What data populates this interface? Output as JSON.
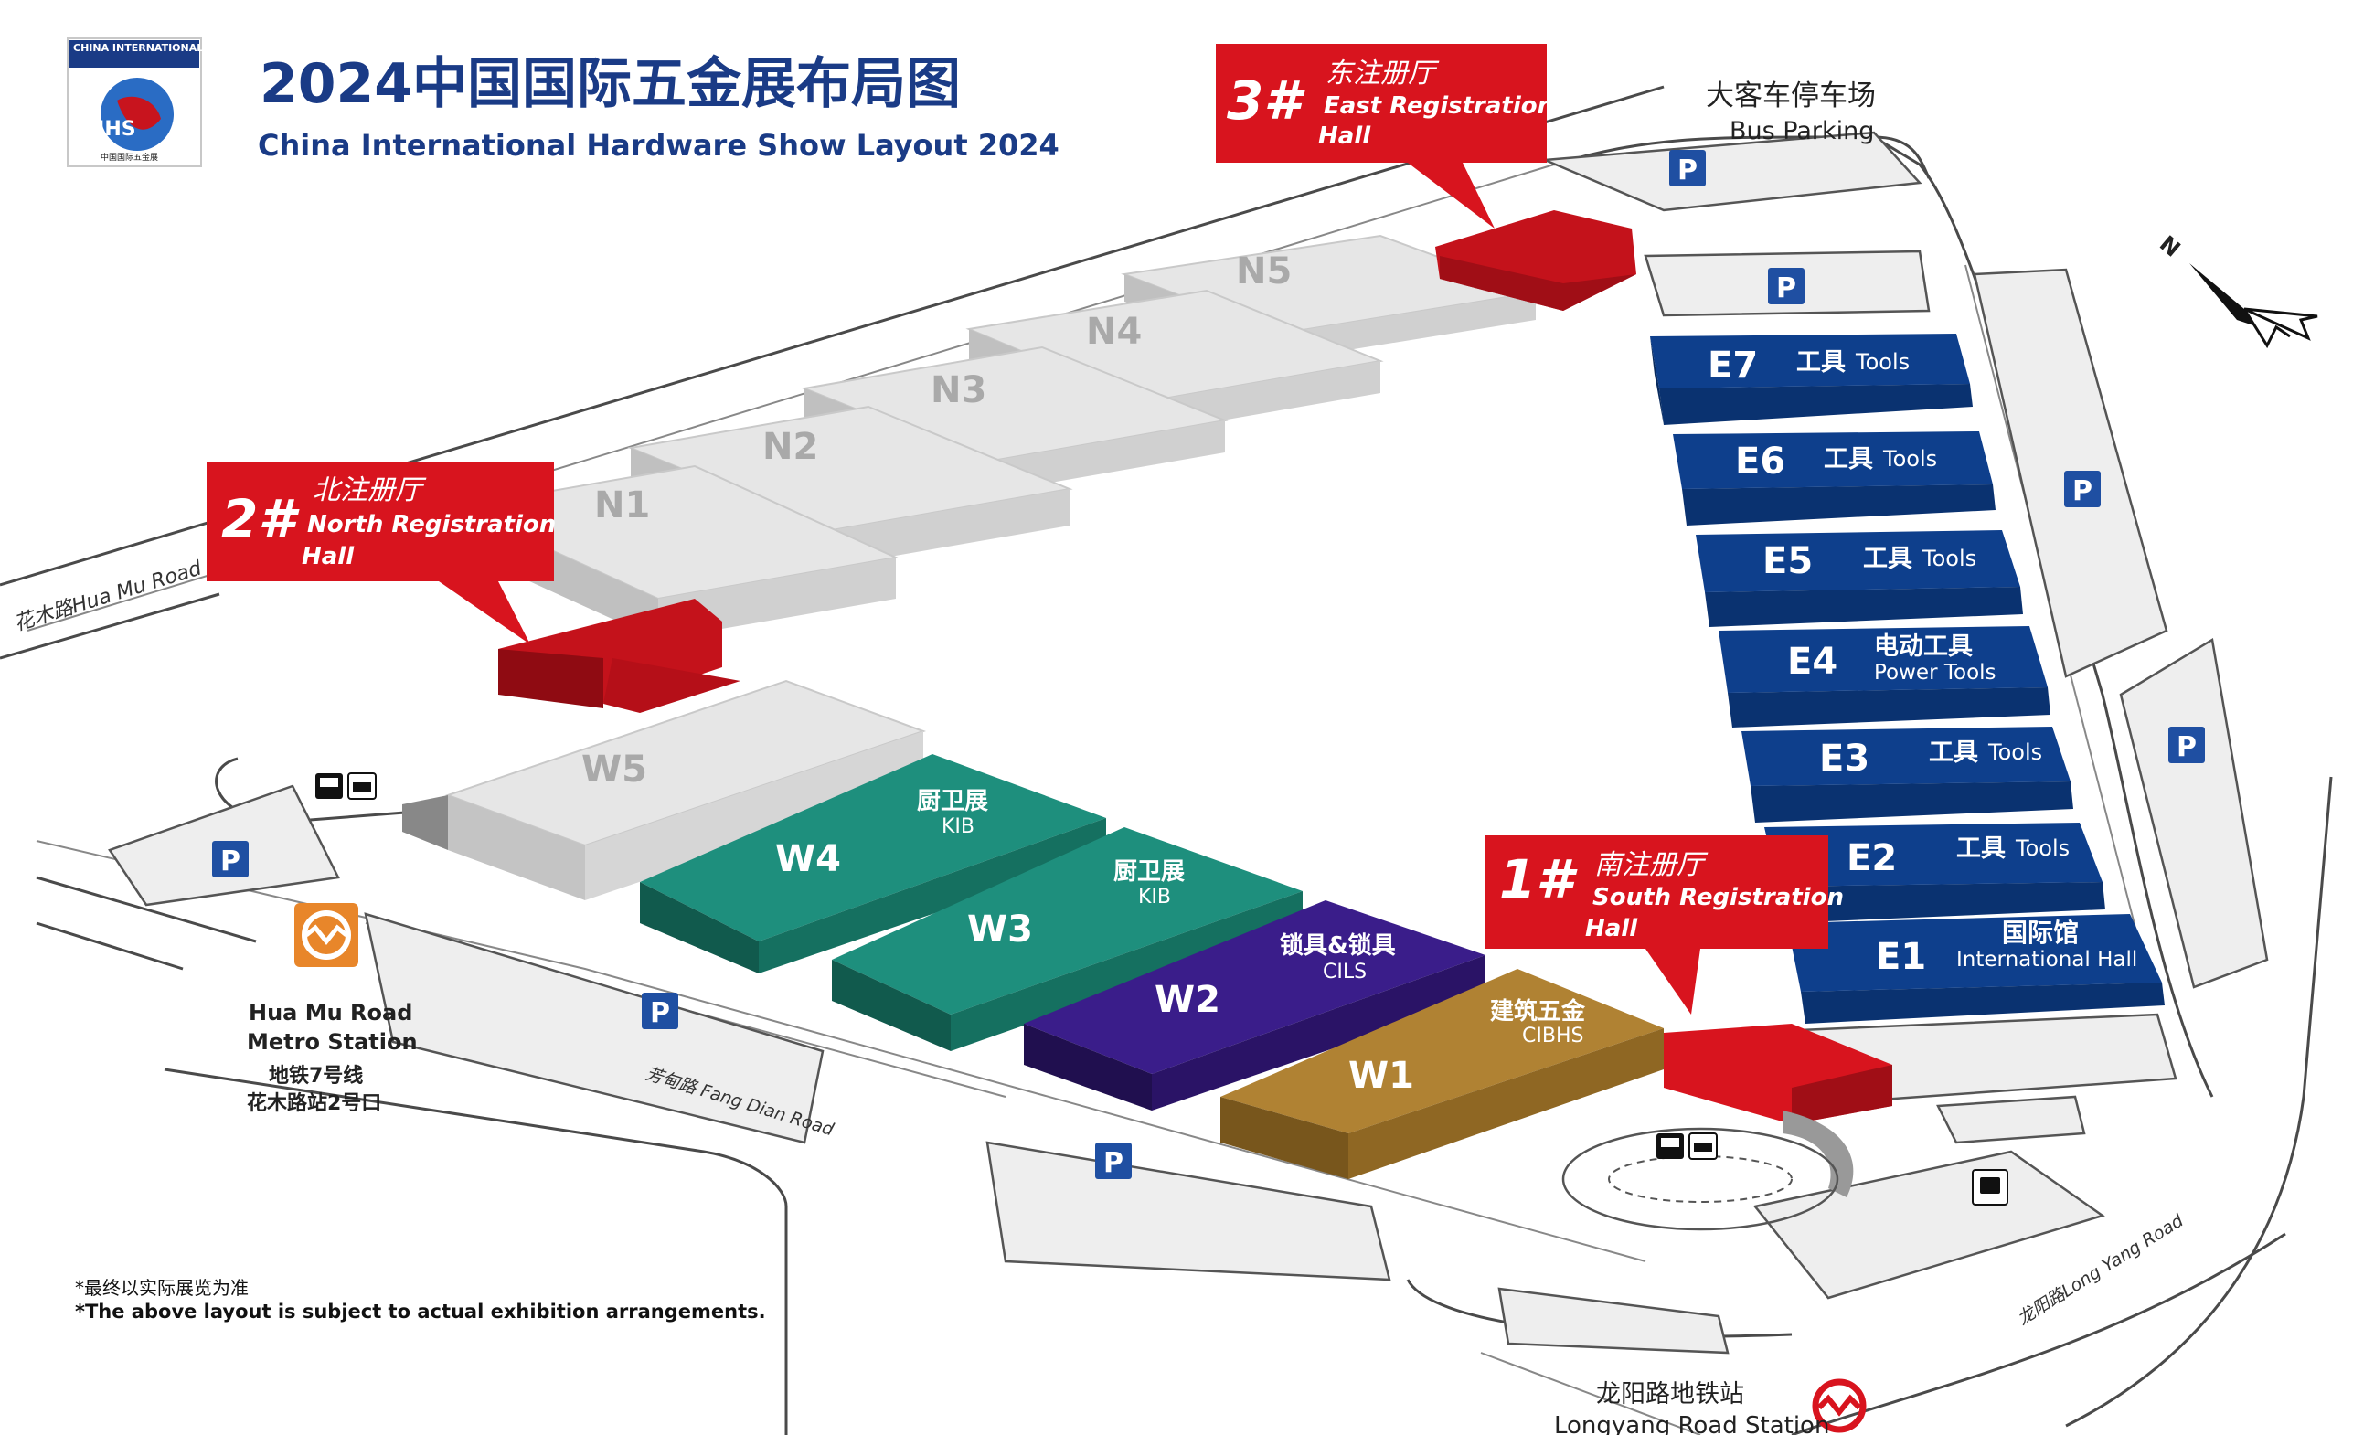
{
  "header": {
    "logo_top": "CHINA INTERNATIONAL HARDWARE SHOW",
    "logo_mark": "CIHS",
    "logo_sub": "中国国际五金展",
    "title_cn": "2024中国国际五金展布局图",
    "title_en": "China International Hardware  Show Layout 2024"
  },
  "registration": [
    {
      "num": "3#",
      "cn": "东注册厅",
      "en1": "East Registration",
      "en2": "Hall"
    },
    {
      "num": "2#",
      "cn": "北注册厅",
      "en1": "North Registration",
      "en2": "Hall"
    },
    {
      "num": "1#",
      "cn": "南注册厅",
      "en1": "South Registration",
      "en2": "Hall"
    }
  ],
  "north_halls": [
    "N1",
    "N2",
    "N3",
    "N4",
    "N5"
  ],
  "east_halls": [
    {
      "id": "E7",
      "cn": "工具",
      "en": "Tools"
    },
    {
      "id": "E6",
      "cn": "工具",
      "en": "Tools"
    },
    {
      "id": "E5",
      "cn": "工具",
      "en": "Tools"
    },
    {
      "id": "E4",
      "cn": "电动工具",
      "en": "Power Tools"
    },
    {
      "id": "E3",
      "cn": "工具",
      "en": "Tools"
    },
    {
      "id": "E2",
      "cn": "工具",
      "en": "Tools"
    },
    {
      "id": "E1",
      "cn": "国际馆",
      "en": "International Hall"
    }
  ],
  "west_halls": {
    "W5": {
      "id": "W5"
    },
    "W4": {
      "id": "W4",
      "cn": "厨卫展",
      "en": "KIB"
    },
    "W3": {
      "id": "W3",
      "cn": "厨卫展",
      "en": "KIB"
    },
    "W2": {
      "id": "W2",
      "cn": "锁具&锁具",
      "en": "CILS"
    },
    "W1": {
      "id": "W1",
      "cn": "建筑五金",
      "en": "CIBHS"
    }
  },
  "colors": {
    "registration": "#d8141e",
    "east": "#0e3f8c",
    "kib": "#1e8f7d",
    "cils": "#3a1d8a",
    "cibhs": "#b08233",
    "grey_hall": "#e3e3e3",
    "parking": "#1f4fa2",
    "metro": "#e8862a"
  },
  "parking_label": "P",
  "places": {
    "bus_parking_cn": "大客车停车场",
    "bus_parking_en": "Bus Parking",
    "metro_huamu_en1": "Hua Mu Road",
    "metro_huamu_en2": "Metro Station",
    "metro_huamu_cn1": "地铁7号线",
    "metro_huamu_cn2": "花木路站2号口",
    "metro_longyang_cn": "龙阳路地铁站",
    "metro_longyang_en": "Longyang  Road Station"
  },
  "roads": {
    "huamu": "花木路Hua Mu Road",
    "fangdian": "芳甸路 Fang Dian Road",
    "longyang": "龙阳路Long Yang Road"
  },
  "compass": "N",
  "notes": {
    "cn": "*最终以实际展览为准",
    "en": "*The above layout is subject to actual exhibition arrangements."
  }
}
